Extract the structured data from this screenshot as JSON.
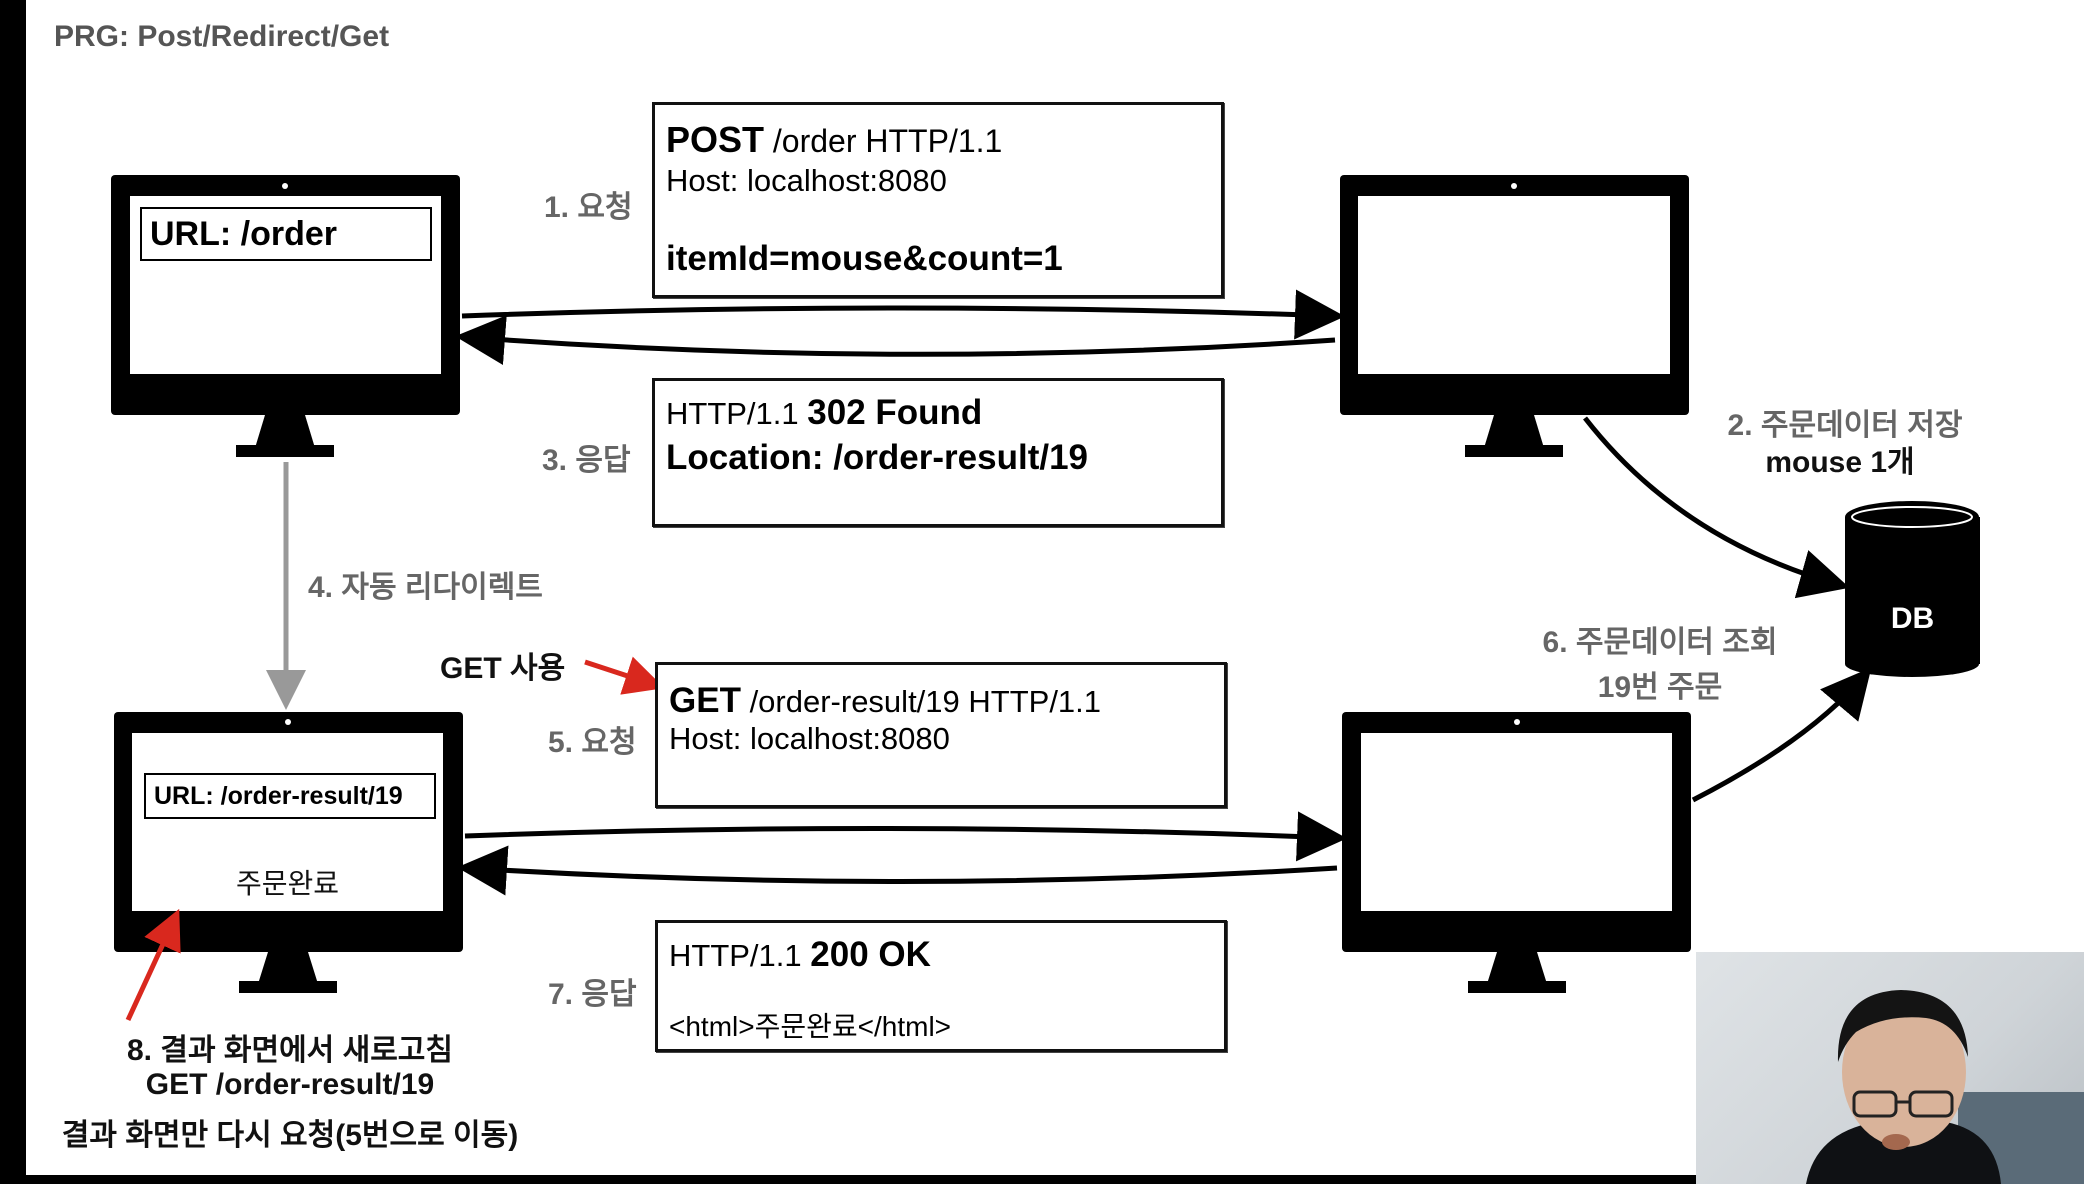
{
  "title": "PRG: Post/Redirect/Get",
  "steps": {
    "s1": "1. 요청",
    "s2_line1": "2. 주문데이터 저장",
    "s2_line2": "mouse 1개",
    "s3": "3. 응답",
    "s4": "4. 자동 리다이렉트",
    "s5": "5. 요청",
    "s6_line1": "6. 주문데이터 조회",
    "s6_line2": "19번 주문",
    "s7": "7. 응답",
    "s8_line1": "8. 결과 화면에서 새로고침",
    "s8_line2": "GET /order-result/19",
    "s8_line3": "결과 화면만 다시 요청(5번으로 이동)"
  },
  "get_note": "GET 사용",
  "client_top": {
    "url": "URL: /order"
  },
  "client_bottom": {
    "url": "URL: /order-result/19",
    "content": "주문완료"
  },
  "db": {
    "label": "DB"
  },
  "msg1": {
    "method": "POST",
    "rest": " /order HTTP/1.1",
    "host": "Host: localhost:8080",
    "body": "itemId=mouse&count=1"
  },
  "msg3": {
    "status_prefix": "HTTP/1.1 ",
    "status": "302 Found",
    "location": "Location: /order-result/19"
  },
  "msg5": {
    "method": "GET",
    "rest": " /order-result/19 HTTP/1.1",
    "host": "Host: localhost:8080"
  },
  "msg7": {
    "status_prefix": "HTTP/1.1 ",
    "status": "200 OK",
    "body": "<html>주문완료</html>"
  },
  "colors": {
    "accent_arrow": "#d9281e",
    "redirect_arrow": "#999999",
    "step_text": "#666666"
  }
}
